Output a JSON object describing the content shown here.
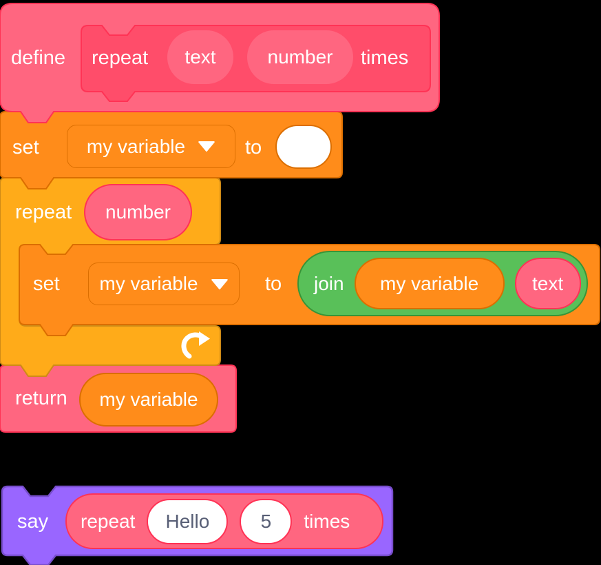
{
  "colors": {
    "background": "#000000",
    "my_blocks_pink": "#FF6680",
    "my_blocks_dark_pink": "#FF4D6A",
    "my_blocks_border": "#FF3355",
    "variables_orange": "#FF8C1A",
    "variables_border": "#DB6E00",
    "control_amber": "#FFAB19",
    "control_border": "#CF8B17",
    "operators_green": "#59C059",
    "operators_border": "#389438",
    "looks_purple": "#9966FF",
    "looks_border": "#774DCB",
    "input_text": "#575E75",
    "label_text": "#FFFFFF"
  },
  "icons": {
    "dropdown_arrow": "caret-down",
    "loop_arrow": "repeat-loop-arrow"
  },
  "define_block": {
    "keyword": "define",
    "prototype": {
      "text_before": "repeat",
      "param_text": "text",
      "param_number": "number",
      "text_after": "times"
    }
  },
  "set_block_outer": {
    "keyword": "set",
    "variable": "my variable",
    "preposition": "to",
    "value": ""
  },
  "repeat_block": {
    "keyword": "repeat",
    "count_arg": "number"
  },
  "set_block_inner": {
    "keyword": "set",
    "variable": "my variable",
    "preposition": "to"
  },
  "join_block": {
    "keyword": "join",
    "arg1": "my variable",
    "arg2": "text"
  },
  "return_block": {
    "keyword": "return",
    "value": "my variable"
  },
  "say_block": {
    "keyword": "say",
    "call": {
      "text_before": "repeat",
      "text_input": "Hello",
      "number_input": "5",
      "text_after": "times"
    }
  }
}
